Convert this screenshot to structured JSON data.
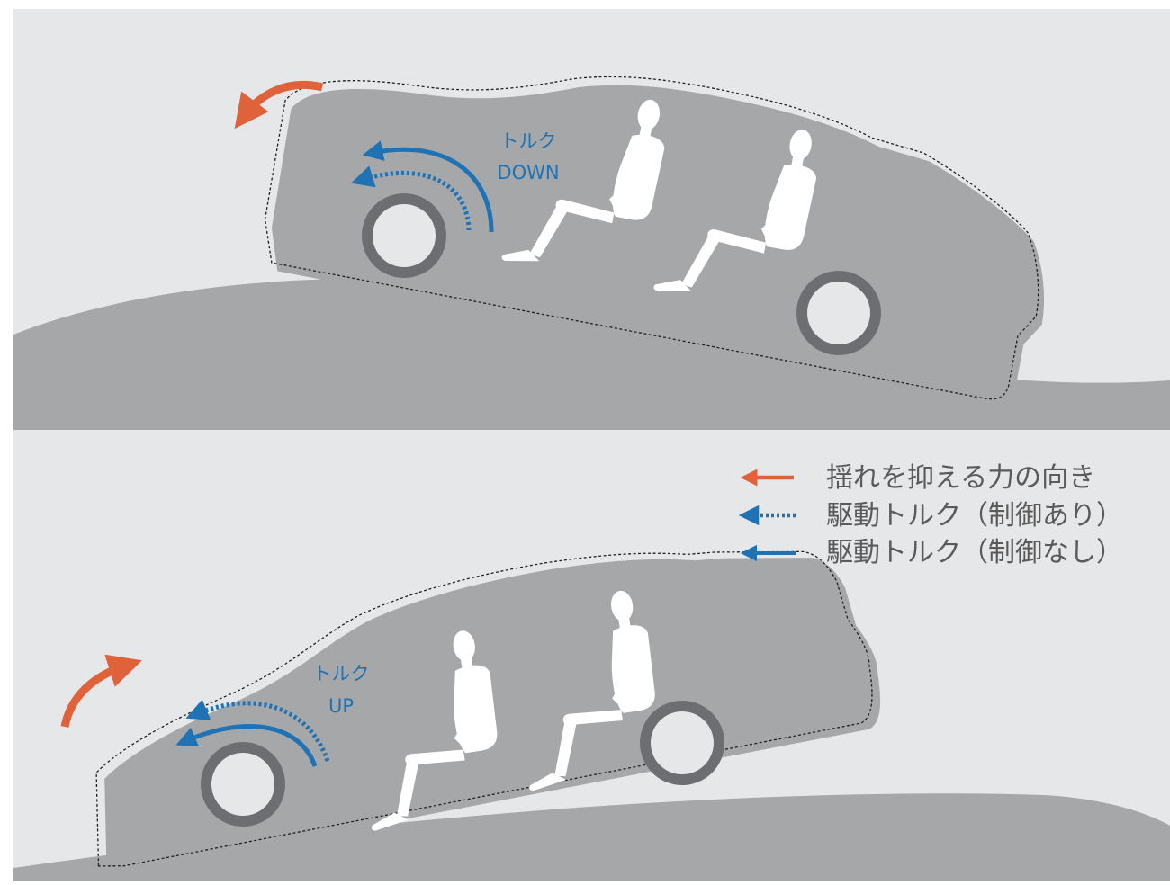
{
  "colors": {
    "background": "#e6e7e8",
    "ground": "#a6a7a9",
    "car_body": "#a6a7a9",
    "tire": "#6d6e71",
    "wheel_center": "#e6e7e8",
    "passenger": "#ffffff",
    "outline": "#231f20",
    "force_arrow": "#e0623a",
    "torque_arrow": "#1f73b5"
  },
  "top_scene": {
    "torque_label_line1": "トルク",
    "torque_label_line2": "DOWN",
    "force_arrow_icon": "counterclockwise-arrow-icon",
    "torque_arrow_icon": "counterclockwise-arrow-icon"
  },
  "bottom_scene": {
    "torque_label_line1": "トルク",
    "torque_label_line2": "UP",
    "force_arrow_icon": "clockwise-arrow-icon",
    "torque_arrow_icon": "counterclockwise-arrow-icon"
  },
  "legend": {
    "items": [
      {
        "label": "揺れを抑える力の向き",
        "style": "solid",
        "color": "#e0623a"
      },
      {
        "label": "駆動トルク（制御あり）",
        "style": "dotted",
        "color": "#1f73b5"
      },
      {
        "label": "駆動トルク（制御なし）",
        "style": "solid",
        "color": "#1f73b5"
      }
    ]
  }
}
